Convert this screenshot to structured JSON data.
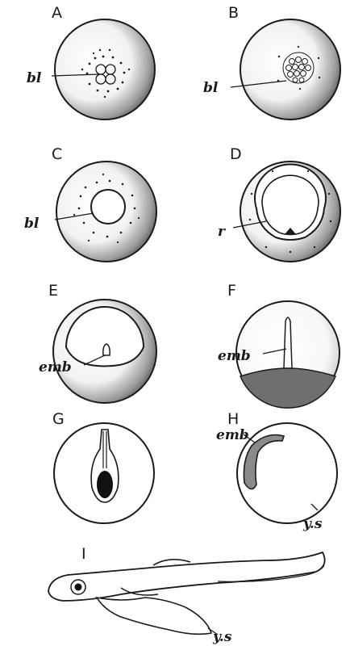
{
  "panels": {
    "A": {
      "letter": "A",
      "label": "bl"
    },
    "B": {
      "letter": "B",
      "label": "bl"
    },
    "C": {
      "letter": "C",
      "label": "bl"
    },
    "D": {
      "letter": "D",
      "label": "r"
    },
    "E": {
      "letter": "E",
      "label": "emb"
    },
    "F": {
      "letter": "F",
      "label": "emb"
    },
    "G": {
      "letter": "G"
    },
    "H": {
      "letter": "H",
      "label_emb": "emb",
      "label_ys": "y.s"
    },
    "I": {
      "letter": "I",
      "label_ys": "y.s"
    }
  },
  "colors": {
    "ink": "#1a1a1a",
    "paper": "#ffffff",
    "shade": "#9a9a9a",
    "dark_shade": "#4a4a4a"
  }
}
